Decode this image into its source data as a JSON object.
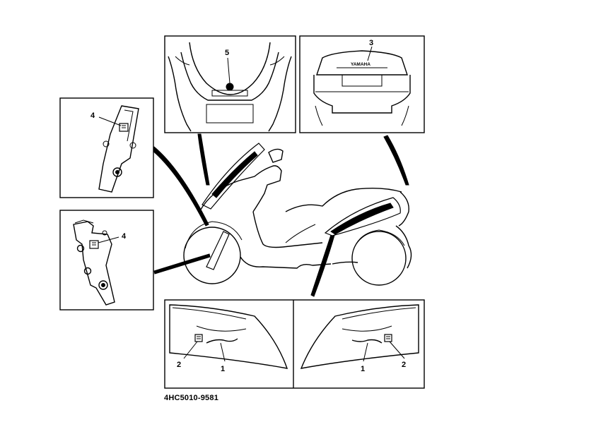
{
  "figure_code": "4HC5010-9581",
  "brand_text": "YAMAHA",
  "callouts": {
    "panel_front": "5",
    "panel_rear": "3",
    "panel_fork_upper": "4",
    "panel_fork_lower": "4",
    "panel_cover_left_label": "2",
    "panel_cover_left_decal": "1",
    "panel_cover_right_decal": "1",
    "panel_cover_right_label": "2"
  }
}
